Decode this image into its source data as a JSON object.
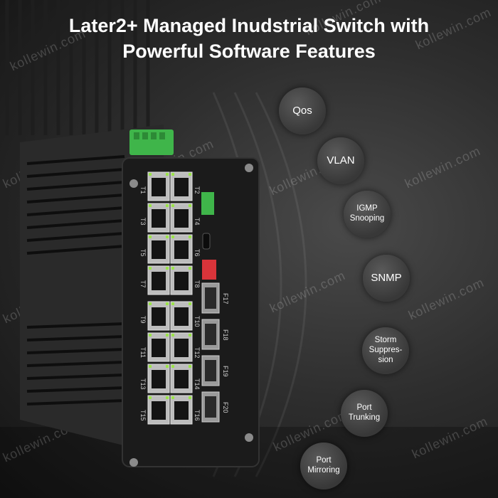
{
  "title": {
    "line1": "Later2+ Managed Inudstrial Switch with",
    "line2": "Powerful Software Features"
  },
  "features": [
    {
      "label": "Qos"
    },
    {
      "label": "VLAN"
    },
    {
      "label": "IGMP\nSnooping"
    },
    {
      "label": "SNMP"
    },
    {
      "label": "Storm\nSuppres-\nsion"
    },
    {
      "label": "Port\nTrunking"
    },
    {
      "label": "Port\nMirroring"
    }
  ],
  "watermark": "kollewin.com",
  "ports_left": [
    "T1",
    "T3",
    "T5",
    "T7",
    "T9",
    "T11",
    "T13",
    "T15"
  ],
  "ports_right": [
    "T2",
    "T4",
    "T6",
    "T8",
    "T10",
    "T12",
    "T14",
    "T16"
  ],
  "sfp_ports": [
    "F17",
    "F18",
    "F19",
    "F20"
  ],
  "colors": {
    "terminal_block": "#3fb54a",
    "port_led": "#9be34a",
    "dip_switch": "#d9343a"
  }
}
